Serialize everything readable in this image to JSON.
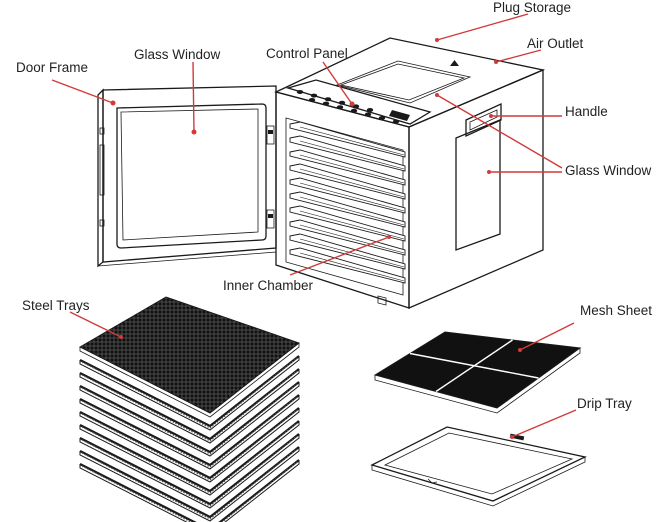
{
  "labels": {
    "plug_storage": "Plug Storage",
    "air_outlet": "Air Outlet",
    "control_panel": "Control Panel",
    "glass_window_door": "Glass Window",
    "door_frame": "Door Frame",
    "handle": "Handle",
    "glass_window_side": "Glass Window",
    "inner_chamber": "Inner Chamber",
    "steel_trays": "Steel Trays",
    "mesh_sheet": "Mesh Sheet",
    "drip_tray": "Drip Tray"
  },
  "colors": {
    "callout": "#d23a3a",
    "outline": "#1a1a1a",
    "mesh_fill": "#111111",
    "label_text": "#222222"
  }
}
